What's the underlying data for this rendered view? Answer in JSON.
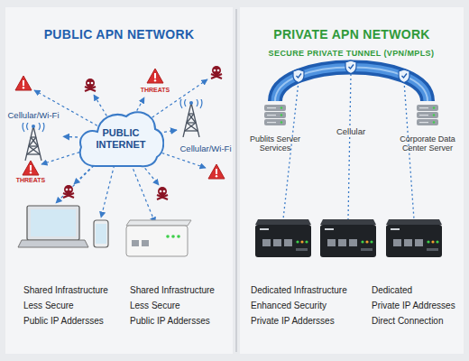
{
  "diagram": {
    "nodes": [
      {
        "text": [
          "PUBLIC INTERNET"
        ]
      },
      {
        "text": [
          "Cellular/Wi-Fi"
        ]
      },
      {
        "text": [
          "Cellular/Wi-Fi"
        ]
      },
      {
        "text": [
          "Publits Server Services"
        ]
      },
      {
        "text": [
          "Corporate Data Center Server"
        ]
      }
    ],
    "edges": [
      {
        "from": 0,
        "to": 1,
        "arrow": "to"
      },
      {
        "from": 0,
        "to": 2,
        "arrow": "to"
      },
      {
        "from": 3,
        "to": 4,
        "label": "SECURE PRIVATE TUNNEL (VPN/MPLS)",
        "arrow": "none"
      }
    ],
    "labels": [
      "PUBLIC APN NETWORK",
      "PRIVATE APN NETWORK",
      "THREATS",
      "THREATS",
      "Cellular",
      "Shared Infrastructure",
      "Less Secure",
      "Public IP Addersses",
      "Shared Infrastructure",
      "Less Secure",
      "Public IP Addersses",
      "Dedicated Infrastructure",
      "Enhanced Security",
      "Private IP Addersses",
      "Dedicated",
      "Private IP Addresses",
      "Direct Connection"
    ]
  }
}
